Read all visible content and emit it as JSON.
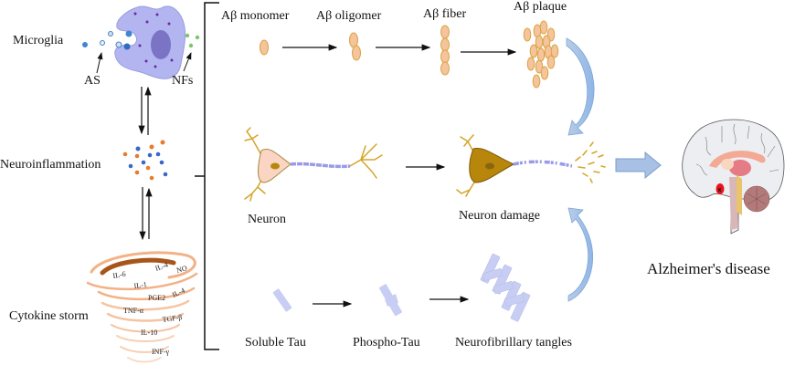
{
  "left_panel": {
    "microglia": {
      "label": "Microglia",
      "as_label": "AS",
      "nfs_label": "NFs"
    },
    "neuroinflammation": {
      "label": "Neuroinflammation"
    },
    "cytokine_storm": {
      "label": "Cytokine storm",
      "cytokines": [
        "IL-6",
        "IL-1",
        "IL-4",
        "NO",
        "PGE2",
        "IL-4",
        "TNF-α",
        "TGF-β",
        "IL-10",
        "INF-γ"
      ]
    }
  },
  "amyloid_row": {
    "stages": [
      "Aβ monomer",
      "Aβ oligomer",
      "Aβ fiber",
      "Aβ plaque"
    ]
  },
  "neuron_row": {
    "neuron_label": "Neuron",
    "damage_label": "Neuron damage"
  },
  "tau_row": {
    "stages": [
      "Soluble Tau",
      "Phospho-Tau",
      "Neurofibrillary tangles"
    ]
  },
  "outcome": {
    "label": "Alzheimer's disease"
  },
  "colors": {
    "microglia_body": "#b3b5f0",
    "nucleus": "#7b74c4",
    "amyloid_fill": "#f5c39c",
    "amyloid_stroke": "#d9a441",
    "neuron_healthy": "#fbd5c4",
    "neuron_damaged": "#b8860b",
    "dendrite": "#d4a52a",
    "axon": "#9a9be8",
    "tau": "#c8cdf3",
    "blue_arrow": "#9fc0e8",
    "cytokine_orange": "#f0a070",
    "marker_red": "#e8141c"
  }
}
